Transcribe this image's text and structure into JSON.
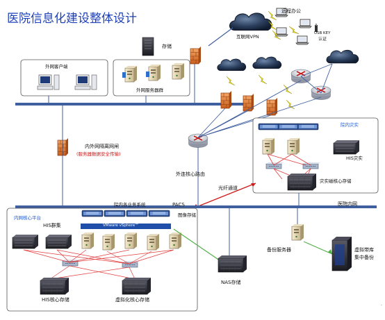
{
  "title": "医院信息化建设整体设计",
  "labels": {
    "remote_office": "远程办公",
    "usb_key": "USB KEY",
    "auth": "认证",
    "internet_vpn": "互联网VPN",
    "storage": "存储",
    "extranet_clients": "外网客户端",
    "extranet_servers": "外网服务器群",
    "isolation_gateway": "内外网隔离网闸",
    "isolation_note": "(服务器数据安全传输)",
    "extranet_core_router": "外连核心路由",
    "backup_room": "院内灾实",
    "his_backup": "HIS灾实",
    "backup_core_storage": "灾实磁核心存储",
    "fiber_channel": "光纤通道",
    "hospital_lan": "医院内网",
    "intranet_core_platform": "内网核心平台",
    "business_systems": "院内各业务系统",
    "pacs": "PACS",
    "image_storage": "图像存储",
    "his_cluster": "HIS群集",
    "vmware": "VMware vSphere™",
    "nas_storage": "NAS存储",
    "backup_server": "备份服务器",
    "virtual_tape": "虚拟带库",
    "centralized_backup": "集中备份",
    "his_core_storage": "HIS核心存储",
    "virtual_core_storage": "虚拟化核心存储"
  },
  "colors": {
    "title": "#1e40b8",
    "blue_label": "#1e5bd6",
    "red_note": "#d01818",
    "cloud": "#1c2f4a",
    "firewall": "#d9762b",
    "lightning": "#f3e21a",
    "red_link": "#e23b3b",
    "green_link": "#53b04a",
    "bus": "#3f5f9e"
  },
  "icons": [
    "cloud-icon",
    "firewall-icon",
    "router-icon",
    "server-icon",
    "storage-array-icon",
    "laptop-icon",
    "desktop-icon",
    "usb-key-icon",
    "tape-library-icon",
    "switch-icon",
    "lightning-icon"
  ]
}
